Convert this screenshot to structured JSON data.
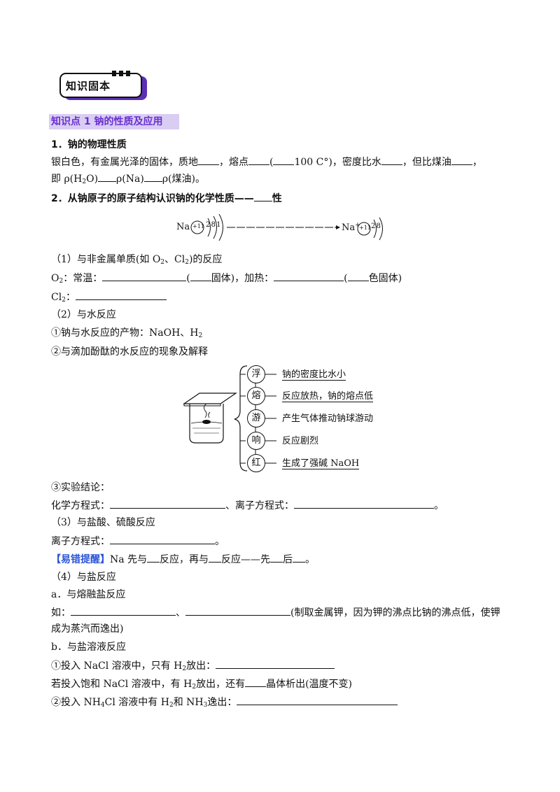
{
  "header": {
    "badge_title": "知识固本"
  },
  "section1": {
    "title": "知识点 1  钠的性质及应用"
  },
  "physical": {
    "heading": "1．钠的物理性质",
    "l1_a": "银白色，有金属光泽的固体，质地",
    "l1_b": "，熔点",
    "l1_c": "(",
    "l1_d": "100 C°)，密度比水",
    "l1_e": "，但比煤油",
    "l1_f": "，",
    "l2_a": "即 ρ(H",
    "l2_b": "O)",
    "l2_c": "ρ(Na)",
    "l2_d": "ρ(煤油)。"
  },
  "chemical": {
    "heading": "2．从钠原子的原子结构认识钠的化学性质——",
    "heading_tail": "性",
    "atom": {
      "na": "Na",
      "nucleus": "+11",
      "shells": "2 8 1",
      "ion": "Na",
      "ion_charge": "+",
      "ion_nucleus": "+11",
      "ion_shells": "2 8"
    }
  },
  "nonmetal": {
    "title": "（1）与非金属单质(如 O",
    "title_b": "、Cl",
    "title_c": ")的反应",
    "o2_a": "O",
    "o2_b": "：常温：",
    "o2_c": "(",
    "o2_d": "固体)，加热：",
    "o2_e": "(",
    "o2_f": "色固体)",
    "cl2_a": "Cl",
    "cl2_b": "："
  },
  "water": {
    "title": "（2）与水反应",
    "products": "①钠与水反应的产物：NaOH、H",
    "phenol": "②与滴加酚酞的水反应的现象及解释",
    "phenomena": [
      {
        "char": "浮",
        "text": "钠的密度比水小"
      },
      {
        "char": "熔",
        "text": "反应放热，钠的熔点低"
      },
      {
        "char": "游",
        "text": "产生气体推动钠球游动"
      },
      {
        "char": "响",
        "text": "反应剧烈"
      },
      {
        "char": "红",
        "text": "生成了强碱 NaOH"
      }
    ],
    "conclusion": "③实验结论：",
    "eq_label": "化学方程式：",
    "eq_mid": "、离子方程式：",
    "eq_end": "。"
  },
  "acid": {
    "title": "（3）与盐酸、硫酸反应",
    "ion_label": "离子方程式：",
    "ion_end": "。"
  },
  "warning": {
    "tag": "【易错提醒】",
    "a": "Na 先与",
    "b": "反应，再与",
    "c": "反应——先",
    "d": "后",
    "e": "。"
  },
  "salt": {
    "title": "（4）与盐反应",
    "a_title": "a．与熔融盐反应",
    "a_line_a": "如：",
    "a_line_b": "、",
    "a_line_c": "(制取金属钾，因为钾的沸点比钠的沸点低，使钾",
    "a_line_d": "成为蒸汽而逸出)",
    "b_title": "b．与盐溶液反应",
    "b1_a": "①投入 NaCl 溶液中，只有 H",
    "b1_b": "放出：",
    "b2_a": "若投入饱和 NaCl 溶液中，有 H",
    "b2_b": "放出，还有",
    "b2_c": "晶体析出(温度不变)",
    "b3_a": "②投入 NH",
    "b3_b": "Cl 溶液中有 H",
    "b3_c": "和 NH",
    "b3_d": "逸出：",
    "sub2": "2",
    "sub3": "3",
    "sub4": "4"
  }
}
